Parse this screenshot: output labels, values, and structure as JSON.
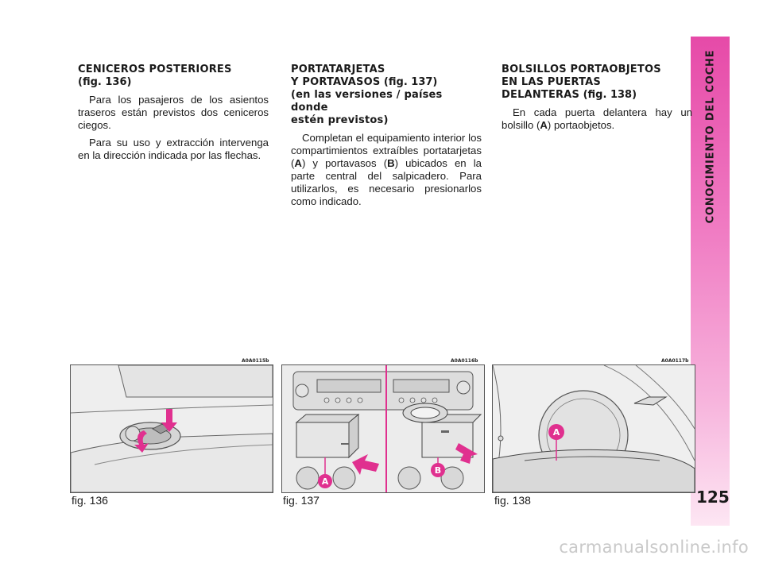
{
  "sidebar": {
    "title": "CONOCIMIENTO DEL COCHE"
  },
  "page_number": "125",
  "columns": [
    {
      "heading_line1": "CENICEROS POSTERIORES",
      "heading_line2": "(fig. 136)",
      "paragraphs": [
        "Para los pasajeros de los asientos traseros están previstos dos ceniceros ciegos.",
        "Para su uso y extracción intervenga en la dirección indicada por las flechas."
      ]
    },
    {
      "heading_line1": "PORTATARJETAS",
      "heading_line2a": "Y PORTAVASOS",
      "heading_line2b": " (fig. 137)",
      "heading_line3": "(en las versiones / países donde",
      "heading_line4": "estén previstos)",
      "paragraph_parts": [
        "Completan el equipamiento interior los compartimientos extraíbles portatarjetas (",
        "A",
        ") y portavasos (",
        "B",
        ") ubicados en la parte central del salpicadero. Para utilizarlos, es necesario presionarlos como indicado."
      ]
    },
    {
      "heading_line1": "BOLSILLOS PORTAOBJETOS",
      "heading_line2": "EN LAS PUERTAS",
      "heading_line3a": "DELANTERAS",
      "heading_line3b": " (fig. 138)",
      "paragraph_parts": [
        "En cada puerta delantera hay un bolsillo (",
        "A",
        ") portaobjetos."
      ]
    }
  ],
  "figures": [
    {
      "code": "A0A0115b",
      "caption": "fig. 136"
    },
    {
      "code": "A0A0116b",
      "caption": "fig. 137",
      "label_a": "A",
      "label_b": "B"
    },
    {
      "code": "A0A0117b",
      "caption": "fig. 138",
      "label_a": "A"
    }
  ],
  "watermark": "carmanualsonline.info",
  "colors": {
    "accent_pink": "#e64aa8",
    "label_pink": "#e0308f",
    "arrow_pink": "#e0308f"
  }
}
